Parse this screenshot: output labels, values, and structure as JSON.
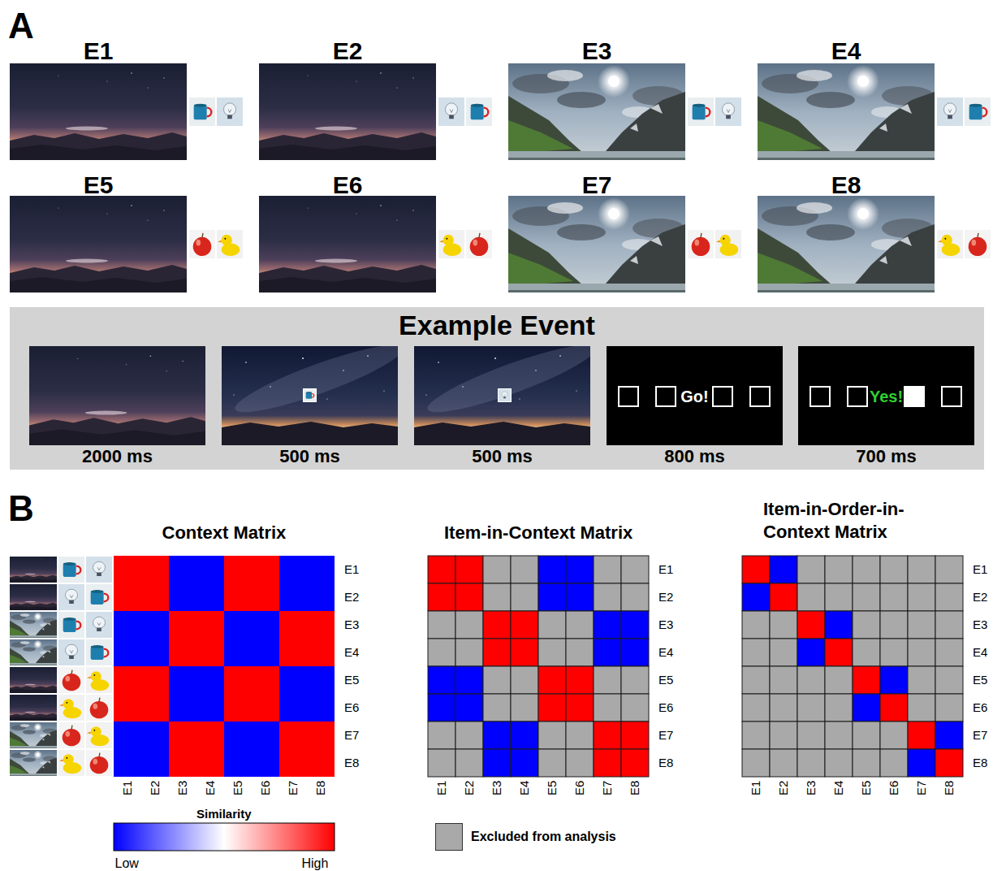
{
  "diagram": {
    "nodes": [
      {
        "text": [
          "E1"
        ]
      },
      {
        "text": [
          "E2"
        ]
      },
      {
        "text": [
          "E3"
        ]
      },
      {
        "text": [
          "E4"
        ]
      },
      {
        "text": [
          "E5"
        ]
      },
      {
        "text": [
          "E6"
        ]
      },
      {
        "text": [
          "E7"
        ]
      },
      {
        "text": [
          "E8"
        ]
      },
      {
        "text": [
          "Example Event"
        ]
      },
      {
        "text": [
          "2000 ms"
        ],
        "in": 8
      },
      {
        "text": [
          "500 ms"
        ],
        "in": 8
      },
      {
        "text": [
          "500 ms"
        ],
        "in": 8
      },
      {
        "text": [
          "Go!",
          "800 ms"
        ],
        "in": 8
      },
      {
        "text": [
          "Yes!",
          "700 ms"
        ],
        "in": 8
      }
    ],
    "labels": [
      "A",
      "B",
      "Context Matrix",
      "Item-in-Context Matrix",
      "Item-in-Order-in- Context Matrix",
      "E1",
      "E2",
      "E3",
      "E4",
      "E5",
      "E6",
      "E7",
      "E8",
      "E1",
      "E2",
      "E3",
      "E4",
      "E5",
      "E6",
      "E7",
      "E8",
      "Similarity",
      "Low",
      "High",
      "E1",
      "E2",
      "E3",
      "E4",
      "E5",
      "E6",
      "E7",
      "E8",
      "E1",
      "E2",
      "E3",
      "E4",
      "E5",
      "E6",
      "E7",
      "E8",
      "E1",
      "E2",
      "E3",
      "E4",
      "E5",
      "E6",
      "E7",
      "E8",
      "E1",
      "E2",
      "E3",
      "E4",
      "E5",
      "E6",
      "E7",
      "E8"
    ],
    "legend": [
      {
        "text": "Excluded from analysis",
        "color": "#a9a9a9"
      }
    ]
  }
}
